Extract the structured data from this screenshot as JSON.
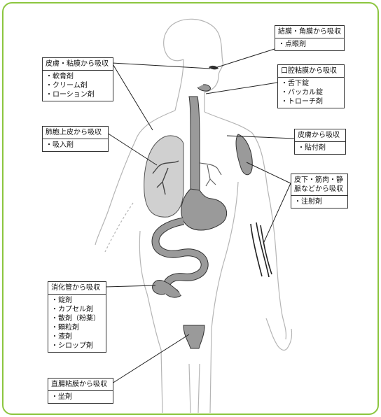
{
  "labels": {
    "conjunctiva": {
      "title": "結膜・角膜から吸収",
      "items": [
        "・点眼剤"
      ]
    },
    "skin_mucosa": {
      "title": "皮膚・粘膜から吸収",
      "items": [
        "・軟膏剤",
        "・クリーム剤",
        "・ローション剤"
      ]
    },
    "oral_mucosa": {
      "title": "口腔粘膜から吸収",
      "items": [
        "・舌下錠",
        "・バッカル錠",
        "・トローチ剤"
      ]
    },
    "alveolar": {
      "title": "肺胞上皮から吸収",
      "items": [
        "・吸入剤"
      ]
    },
    "skin": {
      "title": "皮膚から吸収",
      "items": [
        "・貼付剤"
      ]
    },
    "subcutaneous": {
      "title_line1": "皮下・筋肉・静",
      "title_line2": "脈などから吸収",
      "items": [
        "・注射剤"
      ]
    },
    "digestive": {
      "title": "消化管から吸収",
      "items": [
        "・錠剤",
        "・カプセル剤",
        "・散剤（粉薬）",
        "・顆粒剤",
        "・液剤",
        "・シロップ剤"
      ]
    },
    "rectal": {
      "title": "直腸粘膜から吸収",
      "items": [
        "・坐剤"
      ]
    }
  },
  "colors": {
    "frame": "#8cc63f",
    "organ_fill": "#9a9a9a",
    "organ_stroke": "#333333",
    "body_line": "#b0b0b0"
  }
}
